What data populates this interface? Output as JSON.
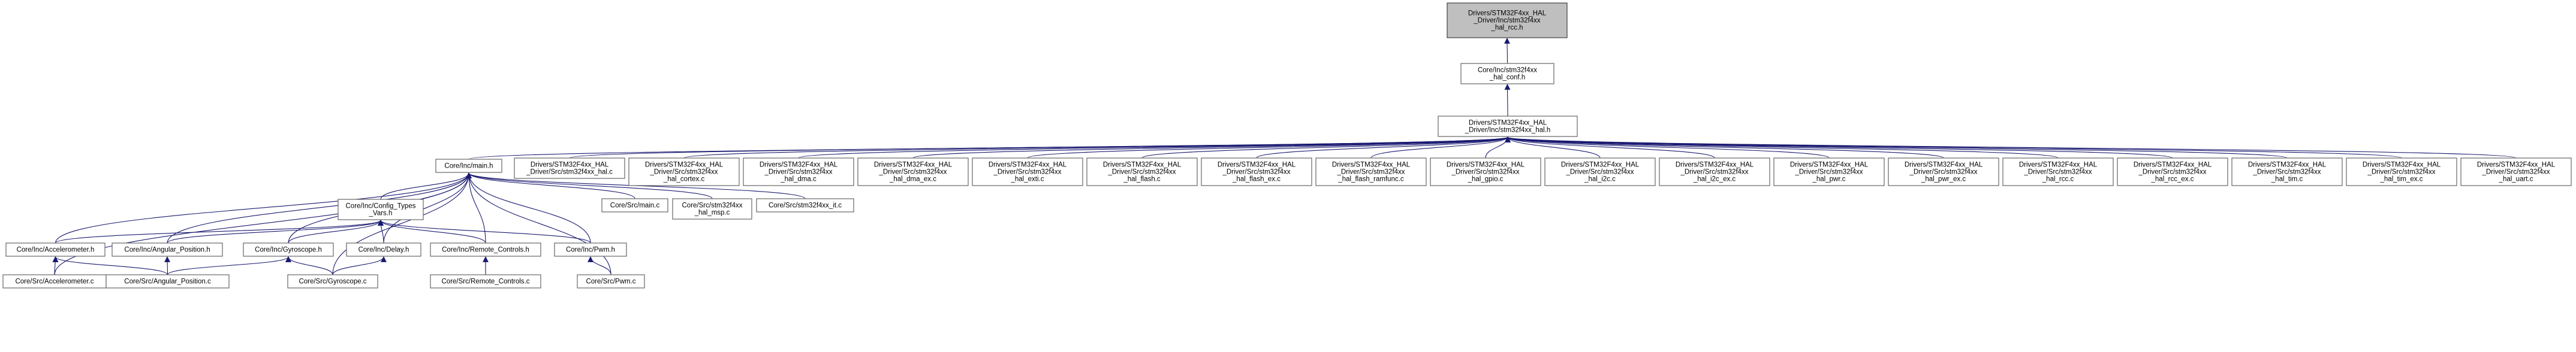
{
  "nodes": [
    {
      "id": "rcc_h",
      "lines": [
        "Drivers/STM32F4xx_HAL",
        "_Driver/Inc/stm32f4xx",
        "_hal_rcc.h"
      ],
      "root": true
    },
    {
      "id": "conf_h",
      "lines": [
        "Core/Inc/stm32f4xx",
        "_hal_conf.h"
      ]
    },
    {
      "id": "hal_h",
      "lines": [
        "Drivers/STM32F4xx_HAL",
        "_Driver/Inc/stm32f4xx_hal.h"
      ]
    },
    {
      "id": "main_h",
      "lines": [
        "Core/Inc/main.h"
      ]
    },
    {
      "id": "hal_c",
      "lines": [
        "Drivers/STM32F4xx_HAL",
        "_Driver/Src/stm32f4xx_hal.c"
      ]
    },
    {
      "id": "cortex_c",
      "lines": [
        "Drivers/STM32F4xx_HAL",
        "_Driver/Src/stm32f4xx",
        "_hal_cortex.c"
      ]
    },
    {
      "id": "dma_c",
      "lines": [
        "Drivers/STM32F4xx_HAL",
        "_Driver/Src/stm32f4xx",
        "_hal_dma.c"
      ]
    },
    {
      "id": "dma_ex_c",
      "lines": [
        "Drivers/STM32F4xx_HAL",
        "_Driver/Src/stm32f4xx",
        "_hal_dma_ex.c"
      ]
    },
    {
      "id": "exti_c",
      "lines": [
        "Drivers/STM32F4xx_HAL",
        "_Driver/Src/stm32f4xx",
        "_hal_exti.c"
      ]
    },
    {
      "id": "flash_c",
      "lines": [
        "Drivers/STM32F4xx_HAL",
        "_Driver/Src/stm32f4xx",
        "_hal_flash.c"
      ]
    },
    {
      "id": "flash_ex_c",
      "lines": [
        "Drivers/STM32F4xx_HAL",
        "_Driver/Src/stm32f4xx",
        "_hal_flash_ex.c"
      ]
    },
    {
      "id": "flash_ramfunc_c",
      "lines": [
        "Drivers/STM32F4xx_HAL",
        "_Driver/Src/stm32f4xx",
        "_hal_flash_ramfunc.c"
      ]
    },
    {
      "id": "gpio_c",
      "lines": [
        "Drivers/STM32F4xx_HAL",
        "_Driver/Src/stm32f4xx",
        "_hal_gpio.c"
      ]
    },
    {
      "id": "i2c_c",
      "lines": [
        "Drivers/STM32F4xx_HAL",
        "_Driver/Src/stm32f4xx",
        "_hal_i2c.c"
      ]
    },
    {
      "id": "i2c_ex_c",
      "lines": [
        "Drivers/STM32F4xx_HAL",
        "_Driver/Src/stm32f4xx",
        "_hal_i2c_ex.c"
      ]
    },
    {
      "id": "pwr_c",
      "lines": [
        "Drivers/STM32F4xx_HAL",
        "_Driver/Src/stm32f4xx",
        "_hal_pwr.c"
      ]
    },
    {
      "id": "pwr_ex_c",
      "lines": [
        "Drivers/STM32F4xx_HAL",
        "_Driver/Src/stm32f4xx",
        "_hal_pwr_ex.c"
      ]
    },
    {
      "id": "rcc_c",
      "lines": [
        "Drivers/STM32F4xx_HAL",
        "_Driver/Src/stm32f4xx",
        "_hal_rcc.c"
      ]
    },
    {
      "id": "rcc_ex_c",
      "lines": [
        "Drivers/STM32F4xx_HAL",
        "_Driver/Src/stm32f4xx",
        "_hal_rcc_ex.c"
      ]
    },
    {
      "id": "tim_c",
      "lines": [
        "Drivers/STM32F4xx_HAL",
        "_Driver/Src/stm32f4xx",
        "_hal_tim.c"
      ]
    },
    {
      "id": "tim_ex_c",
      "lines": [
        "Drivers/STM32F4xx_HAL",
        "_Driver/Src/stm32f4xx",
        "_hal_tim_ex.c"
      ]
    },
    {
      "id": "uart_c",
      "lines": [
        "Drivers/STM32F4xx_HAL",
        "_Driver/Src/stm32f4xx",
        "_hal_uart.c"
      ]
    },
    {
      "id": "config_h",
      "lines": [
        "Core/Inc/Config_Types",
        "_Vars.h"
      ]
    },
    {
      "id": "main_c",
      "lines": [
        "Core/Src/main.c"
      ]
    },
    {
      "id": "msp_c",
      "lines": [
        "Core/Src/stm32f4xx",
        "_hal_msp.c"
      ]
    },
    {
      "id": "it_c",
      "lines": [
        "Core/Src/stm32f4xx_it.c"
      ]
    },
    {
      "id": "accel_h",
      "lines": [
        "Core/Inc/Accelerometer.h"
      ]
    },
    {
      "id": "angpos_h",
      "lines": [
        "Core/Inc/Angular_Position.h"
      ]
    },
    {
      "id": "gyro_h",
      "lines": [
        "Core/Inc/Gyroscope.h"
      ]
    },
    {
      "id": "delay_h",
      "lines": [
        "Core/Inc/Delay.h"
      ]
    },
    {
      "id": "remote_h",
      "lines": [
        "Core/Inc/Remote_Controls.h"
      ]
    },
    {
      "id": "pwm_h",
      "lines": [
        "Core/Inc/Pwm.h"
      ]
    },
    {
      "id": "accel_c",
      "lines": [
        "Core/Src/Accelerometer.c"
      ]
    },
    {
      "id": "angpos_c",
      "lines": [
        "Core/Src/Angular_Position.c"
      ]
    },
    {
      "id": "gyro_c",
      "lines": [
        "Core/Src/Gyroscope.c"
      ]
    },
    {
      "id": "remote_c",
      "lines": [
        "Core/Src/Remote_Controls.c"
      ]
    },
    {
      "id": "pwm_c",
      "lines": [
        "Core/Src/Pwm.c"
      ]
    }
  ],
  "edges": [
    [
      "conf_h",
      "rcc_h"
    ],
    [
      "hal_h",
      "conf_h"
    ],
    [
      "main_h",
      "hal_h"
    ],
    [
      "hal_c",
      "hal_h"
    ],
    [
      "cortex_c",
      "hal_h"
    ],
    [
      "dma_c",
      "hal_h"
    ],
    [
      "dma_ex_c",
      "hal_h"
    ],
    [
      "exti_c",
      "hal_h"
    ],
    [
      "flash_c",
      "hal_h"
    ],
    [
      "flash_ex_c",
      "hal_h"
    ],
    [
      "flash_ramfunc_c",
      "hal_h"
    ],
    [
      "gpio_c",
      "hal_h"
    ],
    [
      "i2c_c",
      "hal_h"
    ],
    [
      "i2c_ex_c",
      "hal_h"
    ],
    [
      "pwr_c",
      "hal_h"
    ],
    [
      "pwr_ex_c",
      "hal_h"
    ],
    [
      "rcc_c",
      "hal_h"
    ],
    [
      "rcc_ex_c",
      "hal_h"
    ],
    [
      "tim_c",
      "hal_h"
    ],
    [
      "tim_ex_c",
      "hal_h"
    ],
    [
      "uart_c",
      "hal_h"
    ],
    [
      "config_h",
      "main_h"
    ],
    [
      "main_c",
      "main_h"
    ],
    [
      "msp_c",
      "main_h"
    ],
    [
      "it_c",
      "main_h"
    ],
    [
      "accel_h",
      "main_h"
    ],
    [
      "angpos_h",
      "main_h"
    ],
    [
      "gyro_h",
      "main_h"
    ],
    [
      "delay_h",
      "main_h"
    ],
    [
      "remote_h",
      "main_h"
    ],
    [
      "pwm_h",
      "main_h"
    ],
    [
      "accel_c",
      "main_h"
    ],
    [
      "gyro_c",
      "main_h"
    ],
    [
      "pwm_c",
      "main_h"
    ],
    [
      "accel_h",
      "config_h"
    ],
    [
      "angpos_h",
      "config_h"
    ],
    [
      "gyro_h",
      "config_h"
    ],
    [
      "delay_h",
      "config_h"
    ],
    [
      "remote_h",
      "config_h"
    ],
    [
      "pwm_h",
      "config_h"
    ],
    [
      "accel_c",
      "accel_h"
    ],
    [
      "angpos_c",
      "accel_h"
    ],
    [
      "angpos_c",
      "angpos_h"
    ],
    [
      "angpos_c",
      "gyro_h"
    ],
    [
      "gyro_c",
      "gyro_h"
    ],
    [
      "gyro_c",
      "delay_h"
    ],
    [
      "remote_c",
      "remote_h"
    ],
    [
      "pwm_c",
      "pwm_h"
    ]
  ],
  "colors": {
    "edge": "#191970",
    "root_fill": "#bfbfbf",
    "node_fill": "#ffffff",
    "node_border": "#666666"
  }
}
